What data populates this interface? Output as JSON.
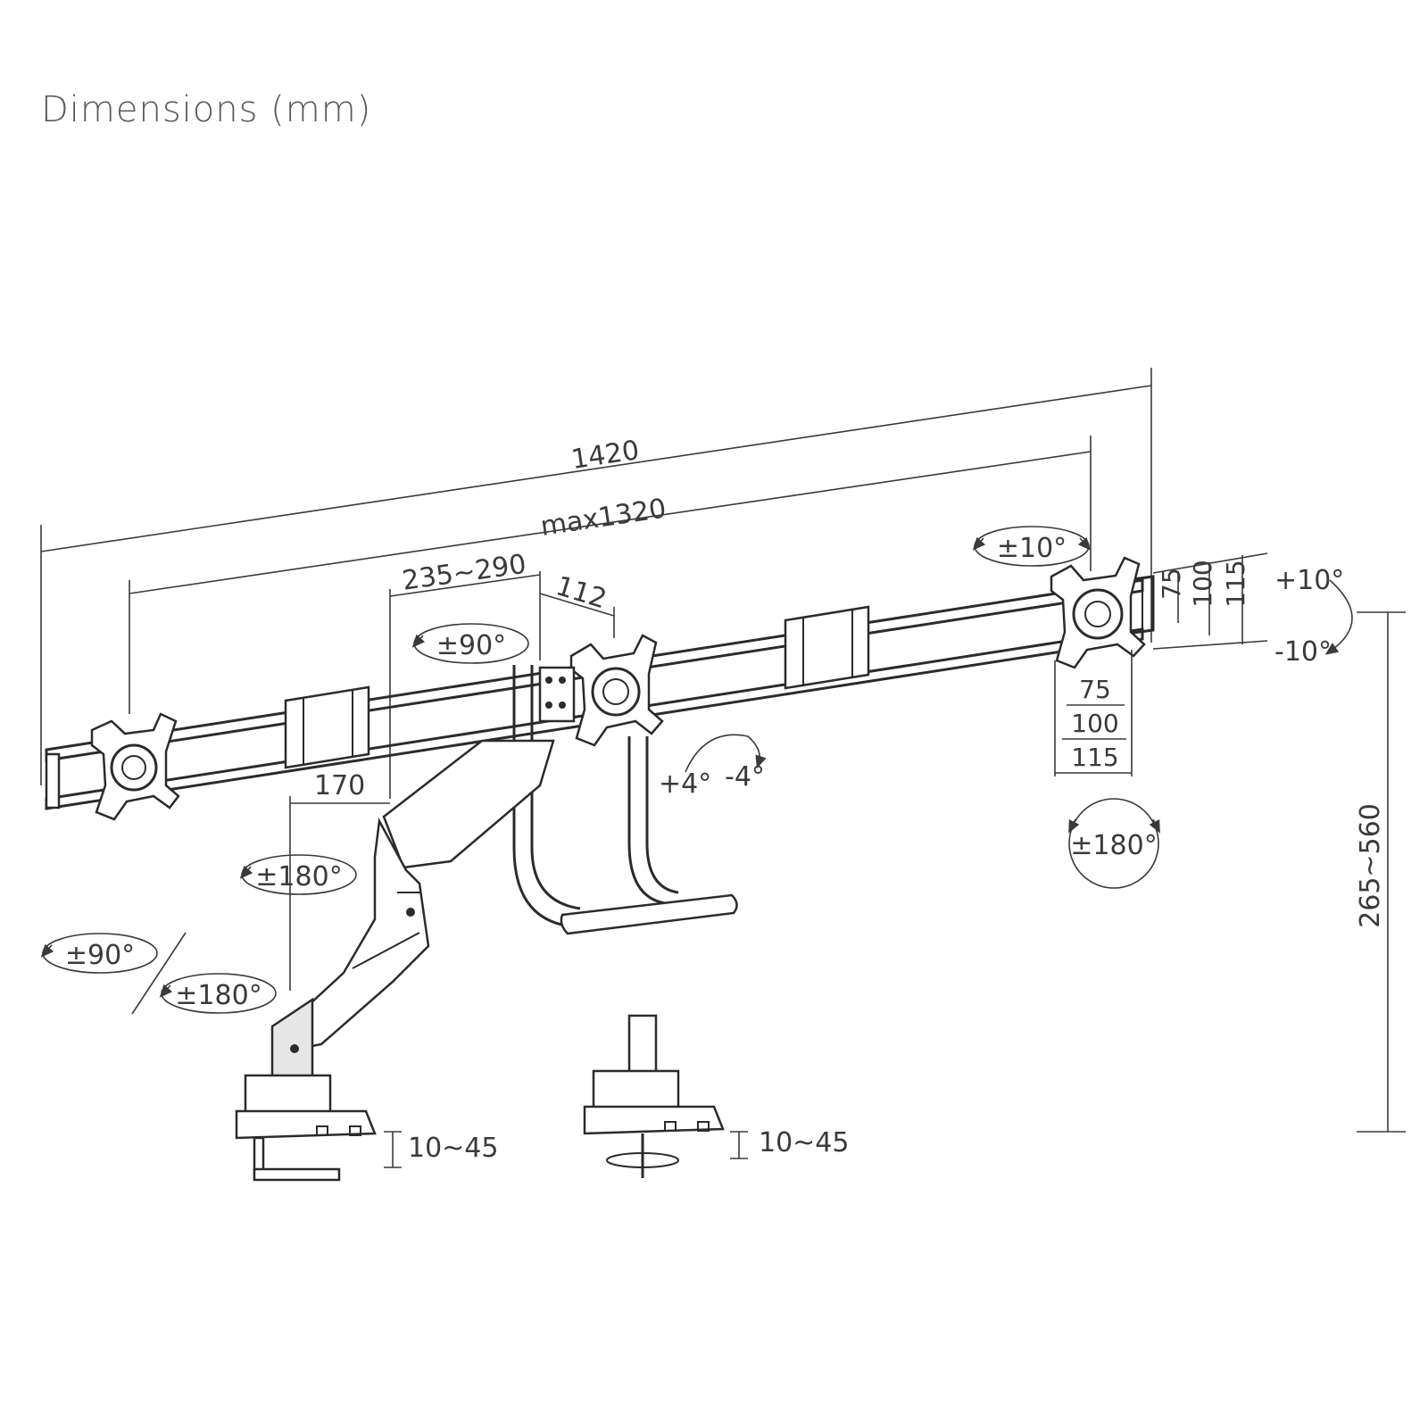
{
  "title": "Dimensions (mm)",
  "dimensions": {
    "overall_width": "1420",
    "max_width": "max1320",
    "arm_span": "235~290",
    "offset": "112",
    "arm_depth": "170",
    "height_range": "265~560",
    "clamp_left": "10~45",
    "clamp_right": "10~45"
  },
  "vesa": {
    "v75": "75",
    "v100": "100",
    "v115": "115",
    "h75": "75",
    "h100": "100",
    "h115": "115"
  },
  "rotations": {
    "swivel_top": "±10°",
    "swivel_center": "±90°",
    "rotate_right": "±180°",
    "rotate_arm": "±180°",
    "tilt_up": "+10°",
    "tilt_down": "-10°",
    "tilt_center_plus": "+4°",
    "tilt_center_minus": "-4°",
    "base_swivel": "±90°",
    "base_rotate": "±180°"
  }
}
